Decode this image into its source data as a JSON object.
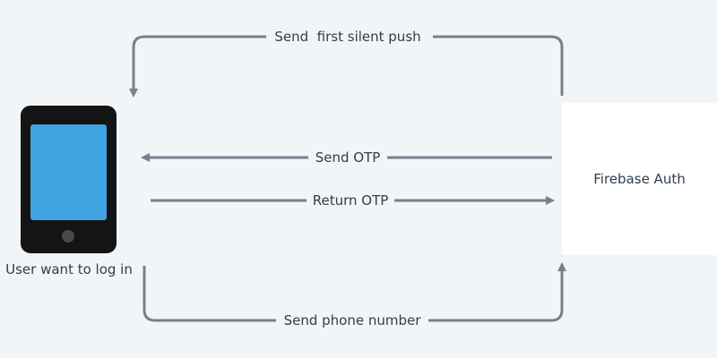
{
  "nodes": {
    "user_caption": "User want to log in",
    "server_label": "Firebase Auth"
  },
  "edges": {
    "first_silent_push": "Send  first silent push",
    "send_otp": "Send OTP",
    "return_otp": "Return OTP",
    "send_phone_number": "Send phone number"
  },
  "colors": {
    "background": "#f2f5f7",
    "arrow": "#75818e",
    "phone_body": "#141414",
    "phone_screen": "#3fa3df",
    "phone_button": "#4a4a4a",
    "server_box": "#ffffff",
    "text": "#2f3e4c"
  }
}
